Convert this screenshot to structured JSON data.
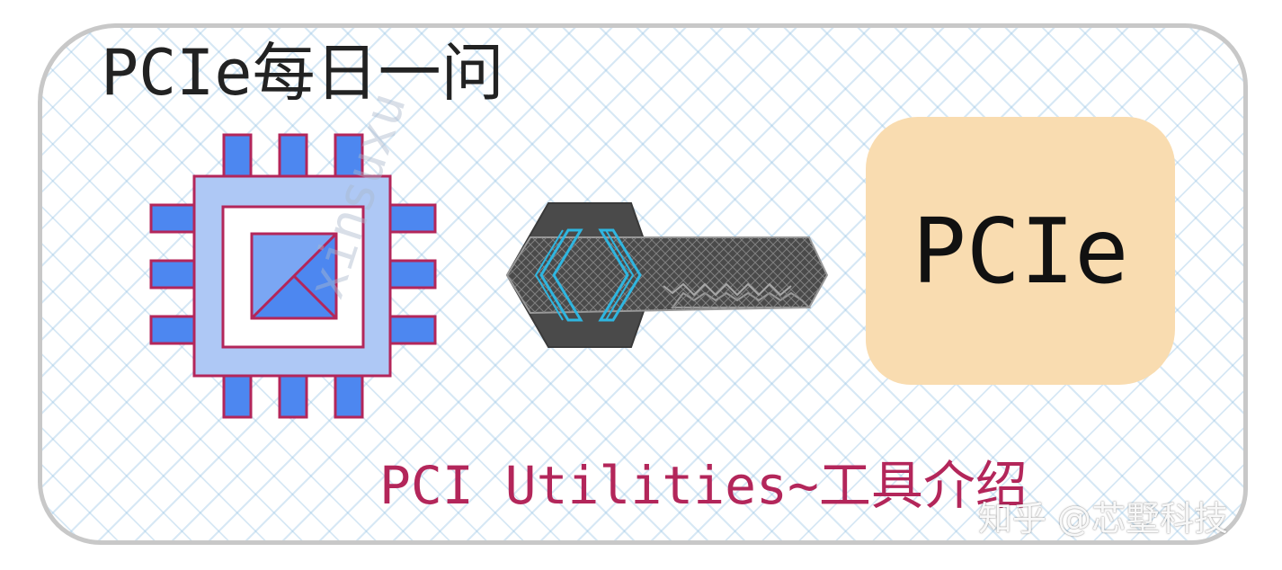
{
  "title": "PCIe每日一问",
  "badge": {
    "label": "PCIe"
  },
  "watermark_text": "xinsuxu",
  "subtitle": "PCI Utilities~工具介绍",
  "credit": "知乎 @芯墅科技",
  "colors": {
    "chip_pin": "#4d87f0",
    "chip_border": "#b3265a",
    "chip_body": "#aec8f5",
    "key_body": "#4a4a4a",
    "key_accent": "#2fb6e0",
    "badge_fill": "#f9dcb0",
    "subtitle": "#b3265a"
  }
}
